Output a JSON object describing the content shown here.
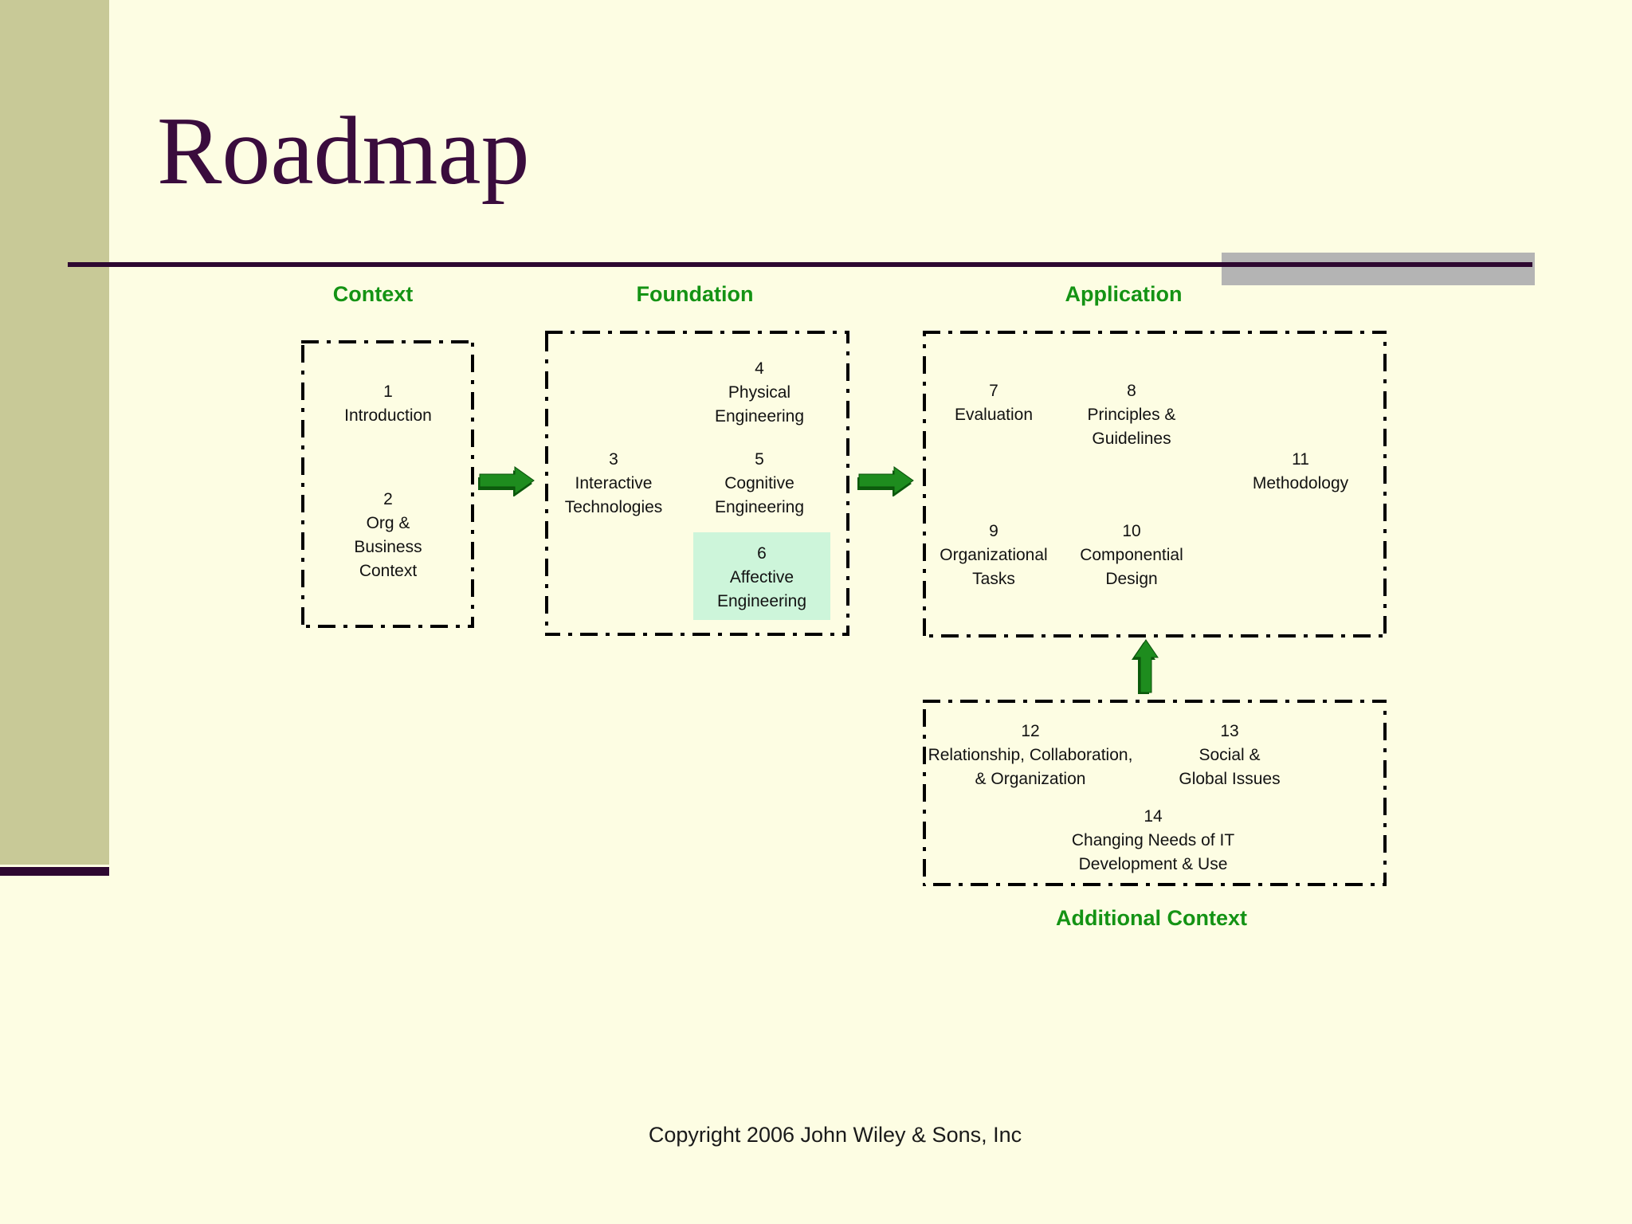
{
  "slide": {
    "title": "Roadmap",
    "copyright": "Copyright 2006 John Wiley & Sons, Inc"
  },
  "headings": {
    "context": "Context",
    "foundation": "Foundation",
    "application": "Application",
    "additional": "Additional Context"
  },
  "chapters": [
    {
      "num": "1",
      "lines": [
        "Introduction"
      ]
    },
    {
      "num": "2",
      "lines": [
        "Org &",
        "Business",
        "Context"
      ]
    },
    {
      "num": "3",
      "lines": [
        "Interactive",
        "Technologies"
      ]
    },
    {
      "num": "4",
      "lines": [
        "Physical",
        "Engineering"
      ]
    },
    {
      "num": "5",
      "lines": [
        "Cognitive",
        "Engineering"
      ]
    },
    {
      "num": "6",
      "lines": [
        "Affective",
        "Engineering"
      ],
      "highlighted": true
    },
    {
      "num": "7",
      "lines": [
        "Evaluation"
      ]
    },
    {
      "num": "8",
      "lines": [
        "Principles &",
        "Guidelines"
      ]
    },
    {
      "num": "9",
      "lines": [
        "Organizational",
        "Tasks"
      ]
    },
    {
      "num": "10",
      "lines": [
        "Componential",
        "Design"
      ]
    },
    {
      "num": "11",
      "lines": [
        "Methodology"
      ]
    },
    {
      "num": "12",
      "lines": [
        "Relationship, Collaboration,",
        "& Organization"
      ]
    },
    {
      "num": "13",
      "lines": [
        "Social &",
        "Global Issues"
      ]
    },
    {
      "num": "14",
      "lines": [
        "Changing Needs of IT",
        "Development & Use"
      ]
    }
  ],
  "icons": {
    "flow_arrow_1": "arrow-right-icon",
    "flow_arrow_2": "arrow-right-icon",
    "flow_arrow_3": "arrow-up-icon"
  },
  "colors": {
    "background": "#FDFDE3",
    "sidebar": "#C8C997",
    "title_text": "#3A0C3D",
    "rule_purple": "#2E0831",
    "gray_accent": "#B4B4B4",
    "heading_green": "#149314",
    "arrow_green": "#1E8C1E",
    "arrow_green_shadow": "#0C5C0C",
    "highlight_mint": "#CDF5DA",
    "box_border": "#000000",
    "box_text": "#121212"
  }
}
